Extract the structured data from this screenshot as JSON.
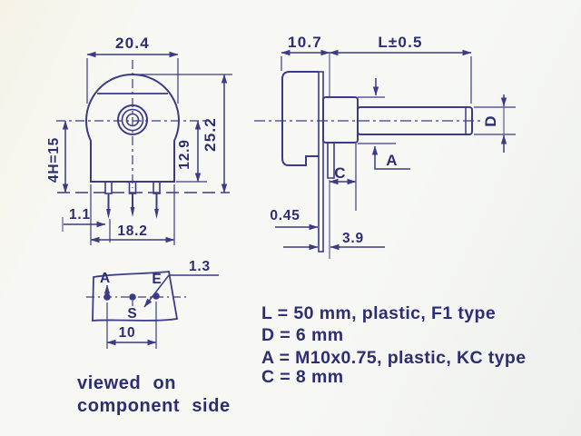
{
  "colors": {
    "line_ink": "#3b3b88",
    "text_ink": "#2d2d74",
    "bg_main": "#f7f8f4",
    "bg_warm": "#f6f2e6",
    "bg_edge": "#eef0ee"
  },
  "front_view": {
    "dim_width_top": "20.4",
    "dim_height": "25.2",
    "dim_center_to_base": "12.9",
    "dim_pin_length": "4H=15",
    "dim_pin_width": "1.1",
    "dim_width_bottom": "18.2"
  },
  "side_view": {
    "dim_body_depth": "10.7",
    "dim_shaft_length": "L±0.5",
    "dim_shaft_diameter": "D",
    "label_thread": "A",
    "dim_bushing_length": "C",
    "dim_plate_thickness": "0.45",
    "dim_plate_offset": "3.9"
  },
  "pin_view": {
    "pin_a": "A",
    "pin_e": "E",
    "pin_s": "S",
    "dim_pin_diameter": "1.3",
    "dim_pin_spacing": "10",
    "caption_line1": "viewed on",
    "caption_line2": "component side"
  },
  "specs": {
    "line1": "L = 50 mm, plastic, F1 type",
    "line2": "D = 6 mm",
    "line3": "A = M10x0.75, plastic, KC type",
    "line4": "C = 8 mm"
  }
}
